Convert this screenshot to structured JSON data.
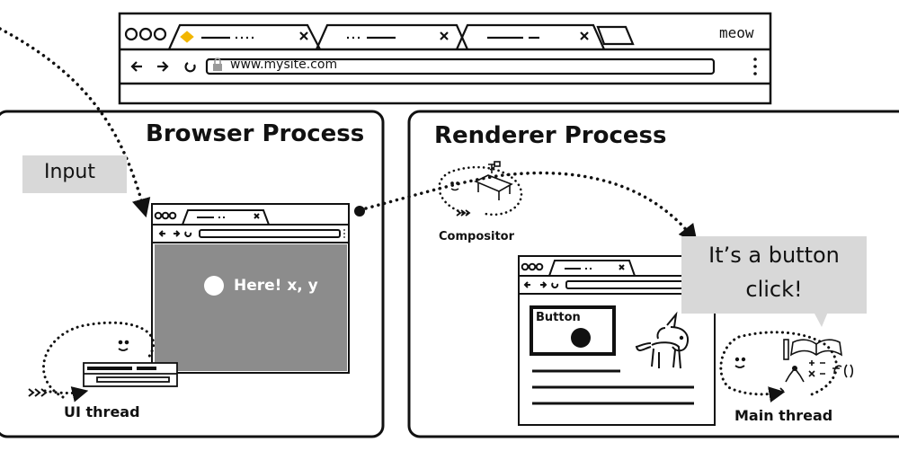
{
  "browser_window": {
    "profile_label": "meow",
    "address_bar_text": "www.mysite.com"
  },
  "browser_process": {
    "title": "Browser Process",
    "input_label": "Input",
    "click_label": "Here! x, y",
    "ui_thread_label": "UI thread"
  },
  "renderer_process": {
    "title": "Renderer Process",
    "compositor_label": "Compositor",
    "page_button_label": "Button",
    "main_thread_label": "Main thread",
    "speech_bubble_line1": "It’s a button",
    "speech_bubble_line2": "click!"
  }
}
